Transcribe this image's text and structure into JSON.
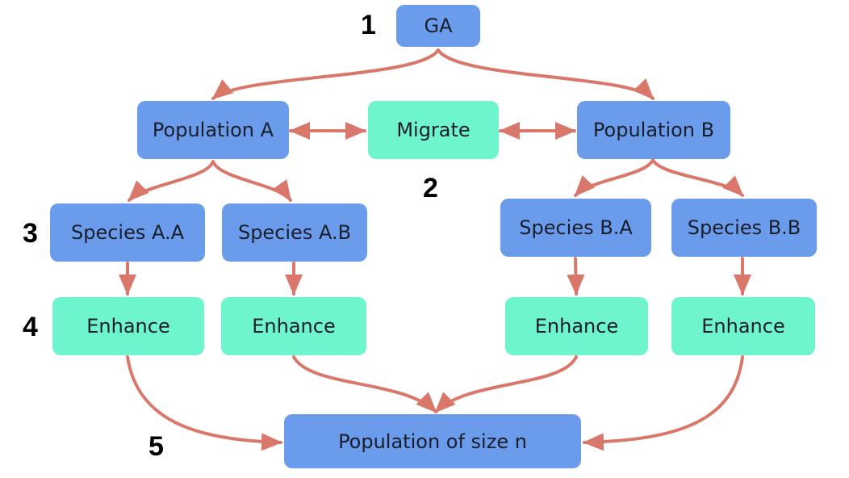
{
  "nodes": {
    "ga": "GA",
    "pop_a": "Population A",
    "migrate": "Migrate",
    "pop_b": "Population B",
    "species_aa": "Species A.A",
    "species_ab": "Species A.B",
    "species_ba": "Species B.A",
    "species_bb": "Species B.B",
    "enhance_aa": "Enhance",
    "enhance_ab": "Enhance",
    "enhance_ba": "Enhance",
    "enhance_bb": "Enhance",
    "final": "Population of size n"
  },
  "steps": [
    "1",
    "2",
    "3",
    "4",
    "5"
  ],
  "colors": {
    "node_blue": "#6b9ceb",
    "node_green": "#6ff5cd",
    "arrow": "#d9776a"
  }
}
